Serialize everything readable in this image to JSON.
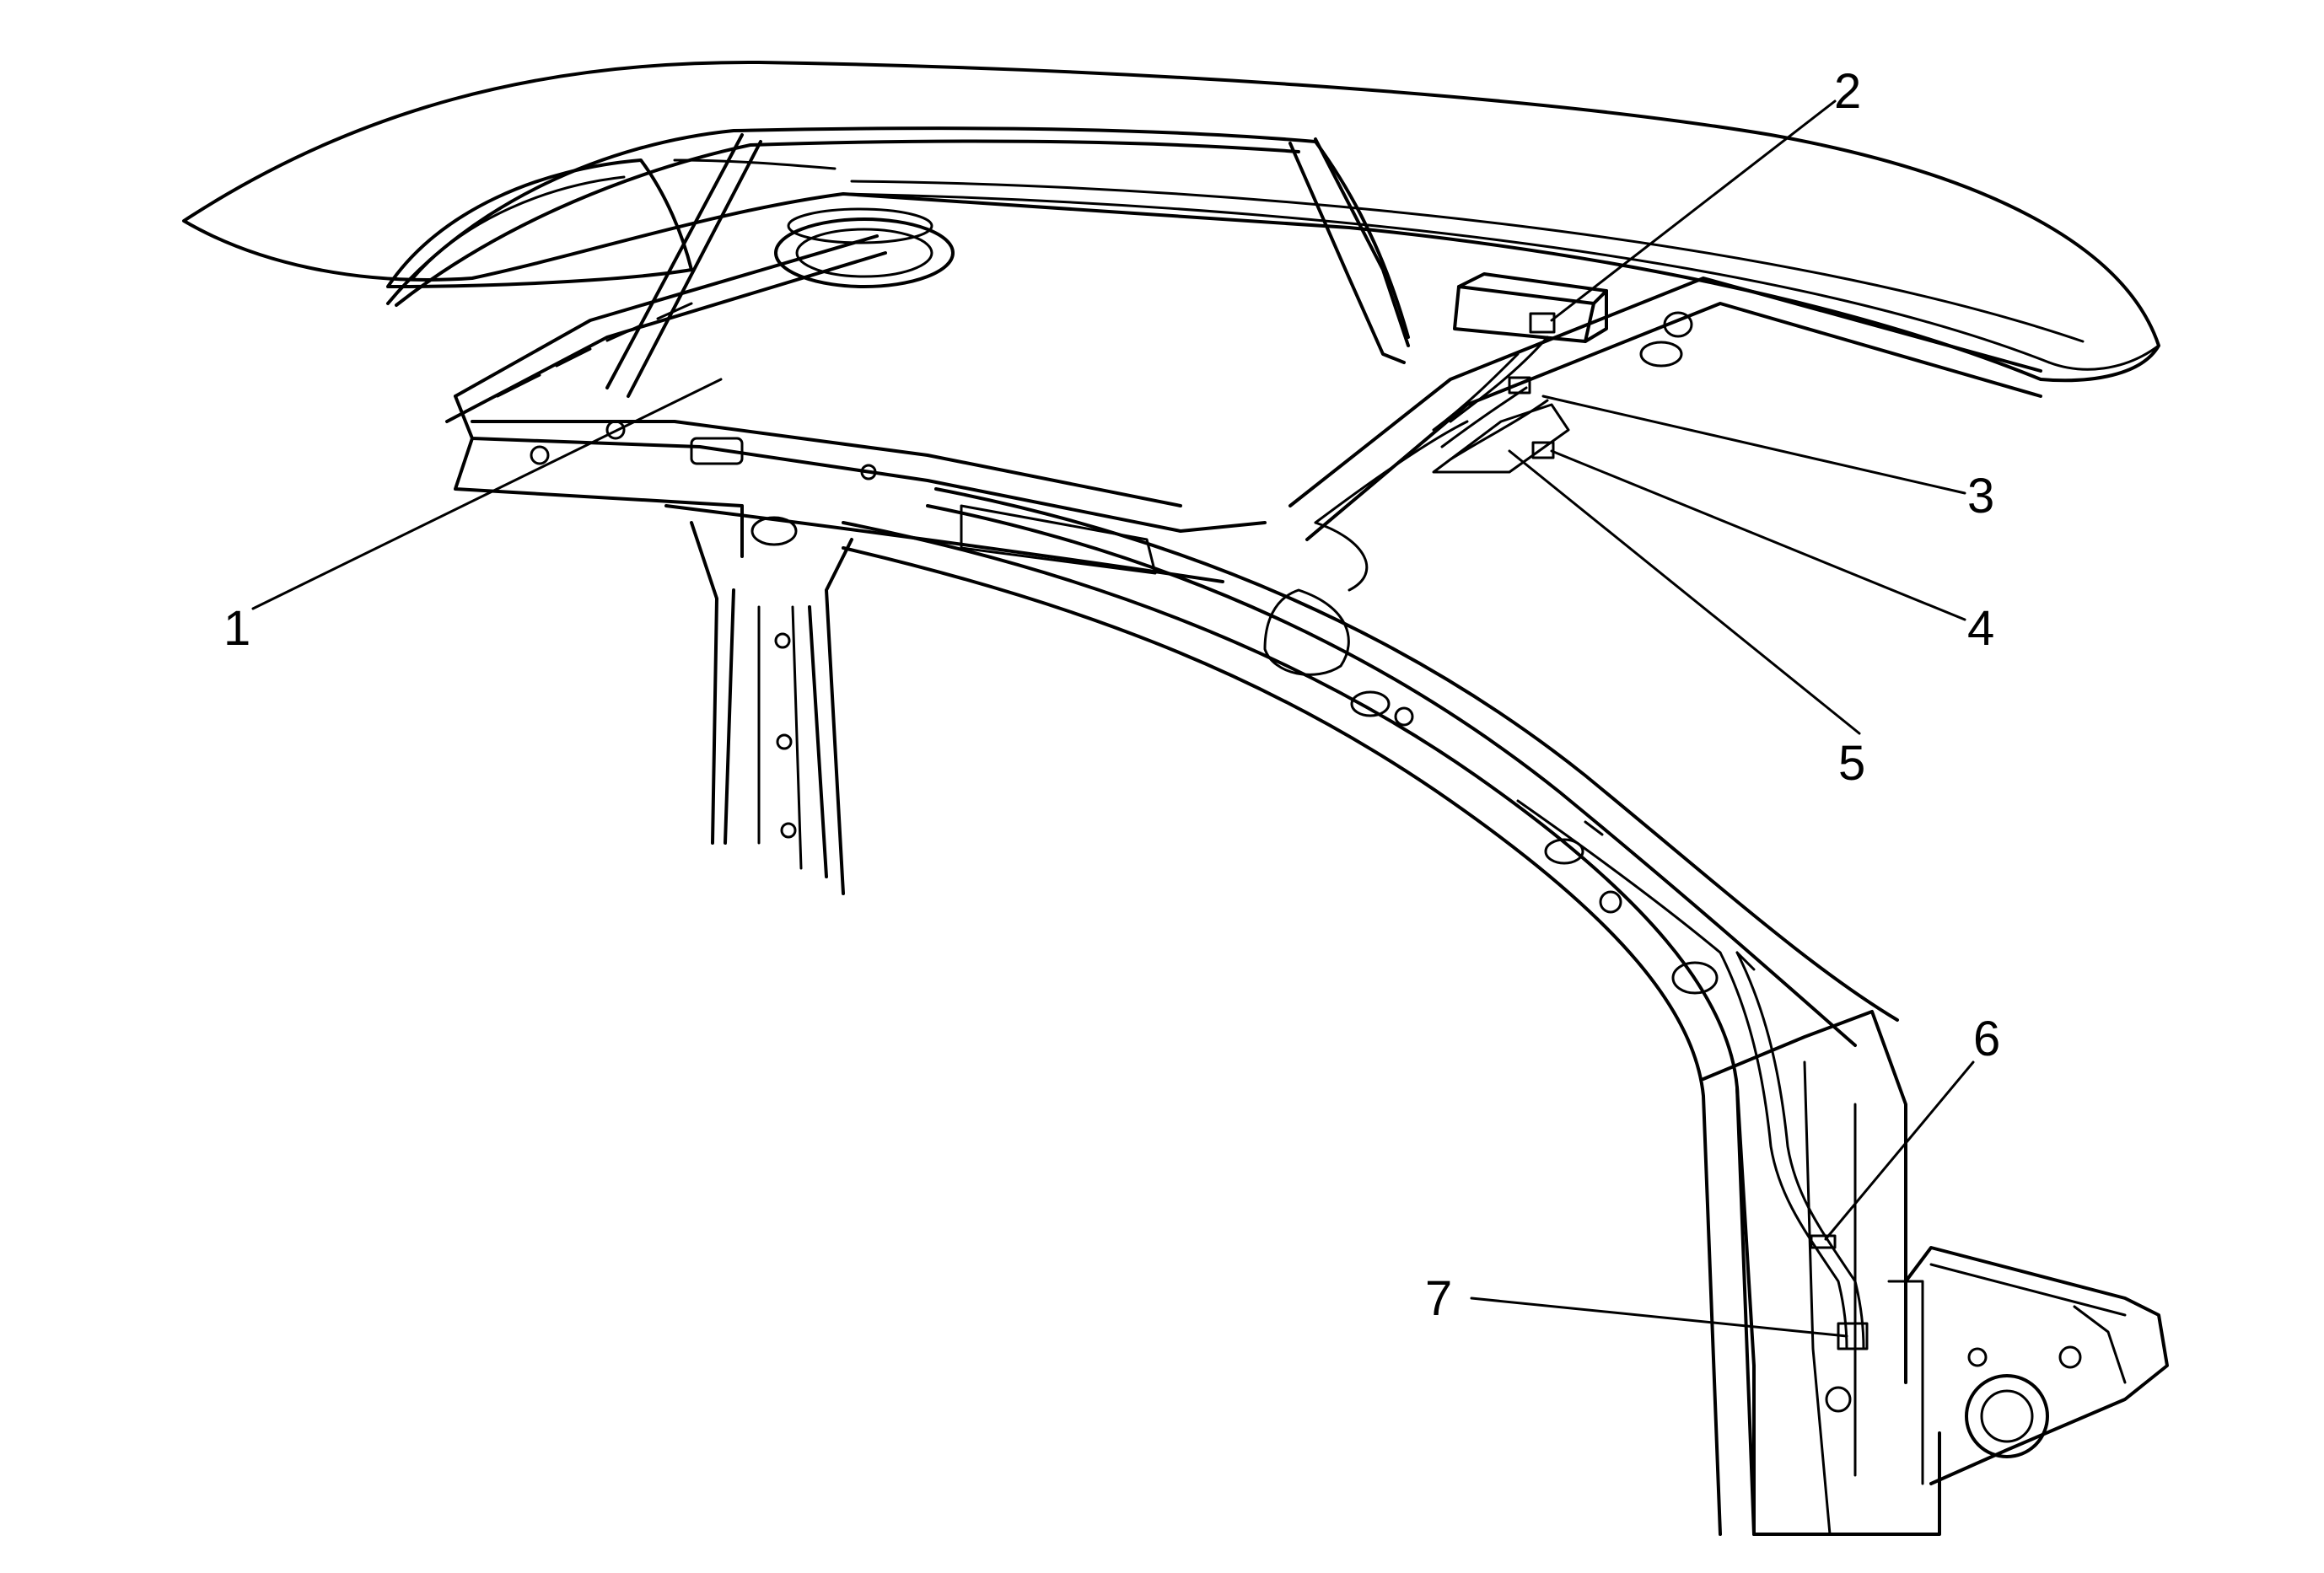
{
  "diagram": {
    "line_color": "#000000",
    "background_color": "#ffffff",
    "callouts": [
      {
        "id": "1",
        "label": "1"
      },
      {
        "id": "2",
        "label": "2"
      },
      {
        "id": "3",
        "label": "3"
      },
      {
        "id": "4",
        "label": "4"
      },
      {
        "id": "5",
        "label": "5"
      },
      {
        "id": "6",
        "label": "6"
      },
      {
        "id": "7",
        "label": "7"
      }
    ]
  }
}
